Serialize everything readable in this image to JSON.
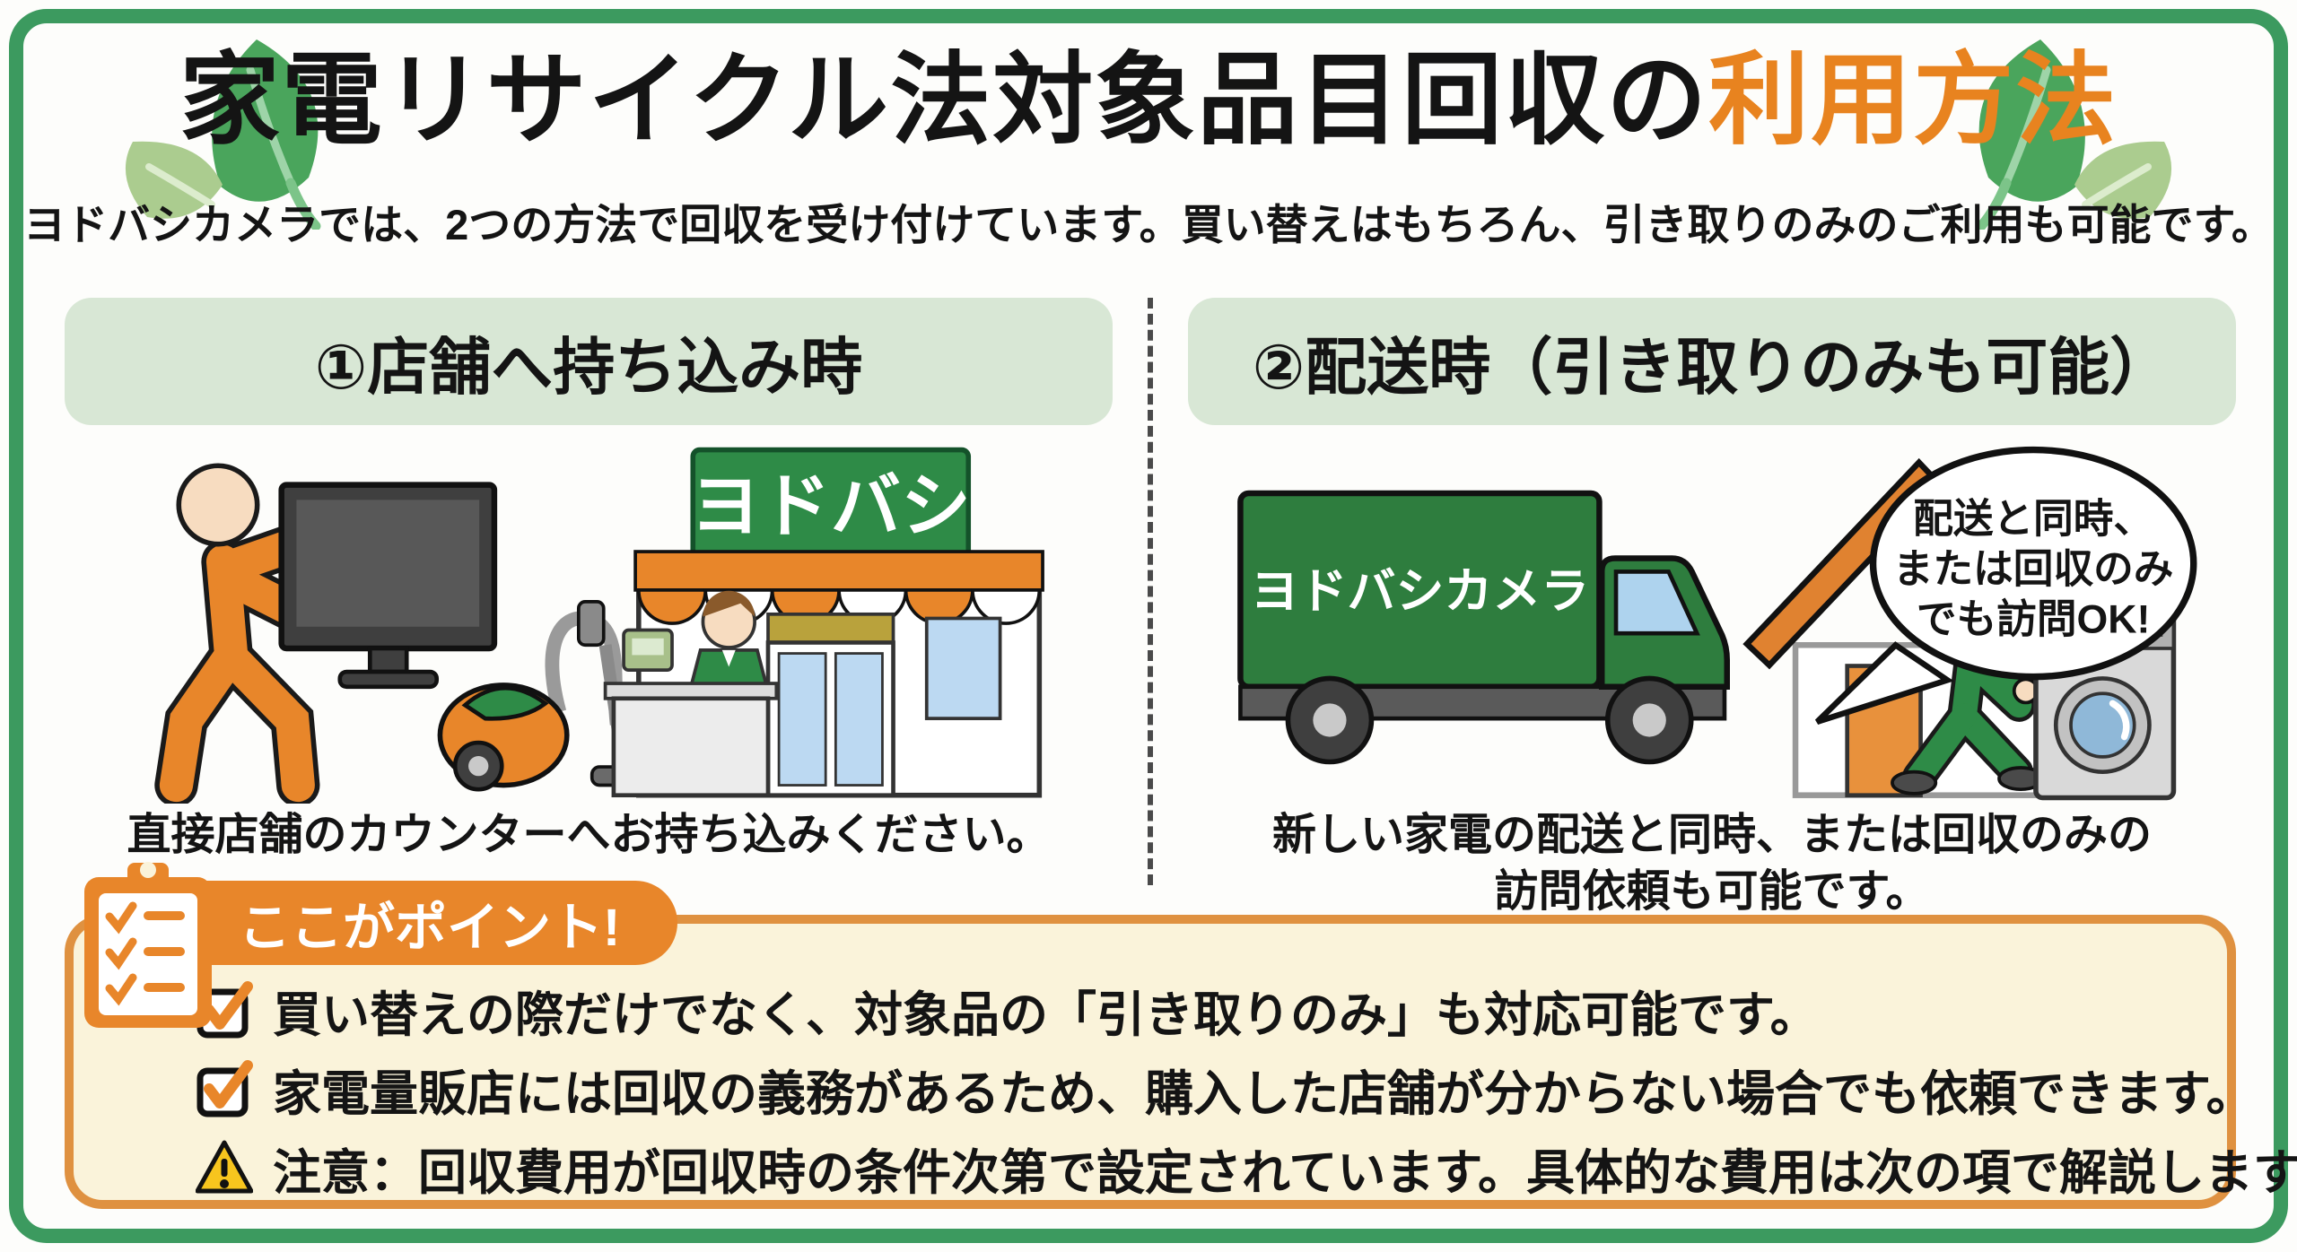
{
  "header": {
    "title_black": "家電リサイクル法対象品目回収の",
    "title_orange": "利用方法",
    "subtitle": "ヨドバシカメラでは、2つの方法で回収を受け付けています。買い替えはもちろん、引き取りのみのご利用も可能です。"
  },
  "left_panel": {
    "header": "①店舗へ持ち込み時",
    "store_sign": "ヨドバシ",
    "caption": "直接店舗のカウンターへお持ち込みください。"
  },
  "right_panel": {
    "header": "②配送時（引き取りのみも可能）",
    "truck_label": "ヨドバシカメラ",
    "bubble": {
      "line1": "配送と同時、",
      "line2": "または回収のみ",
      "line3": "でも訪問OK!"
    },
    "caption_line1": "新しい家電の配送と同時、または回収のみの",
    "caption_line2": "訪問依頼も可能です。"
  },
  "points": {
    "header": "ここがポイント!",
    "items": [
      {
        "icon": "check-icon",
        "text": "買い替えの際だけでなく、対象品の「引き取りのみ」も対応可能です。"
      },
      {
        "icon": "check-icon",
        "text": "家電量販店には回収の義務があるため、購入した店舗が分からない場合でも依頼できます。"
      },
      {
        "icon": "warning-icon",
        "text": "注意：回収費用が回収時の条件次第で設定されています。具体的な費用は次の項で解説します。"
      }
    ]
  },
  "icons": [
    "leaf-icon",
    "clipboard-icon",
    "check-icon",
    "warning-icon",
    "speech-bubble"
  ],
  "colors": {
    "frame_green": "#3c9a5f",
    "panel_header_green": "#d8e7d5",
    "accent_orange": "#e8831f",
    "pill_orange": "#e8862a",
    "points_bg": "#faf3da",
    "points_border": "#df9140",
    "sign_green": "#2e8b47",
    "truck_green": "#2e7d3e",
    "leaf_dark": "#4aa55c",
    "leaf_light": "#abcc8f",
    "warning_yellow": "#f7c51e"
  }
}
